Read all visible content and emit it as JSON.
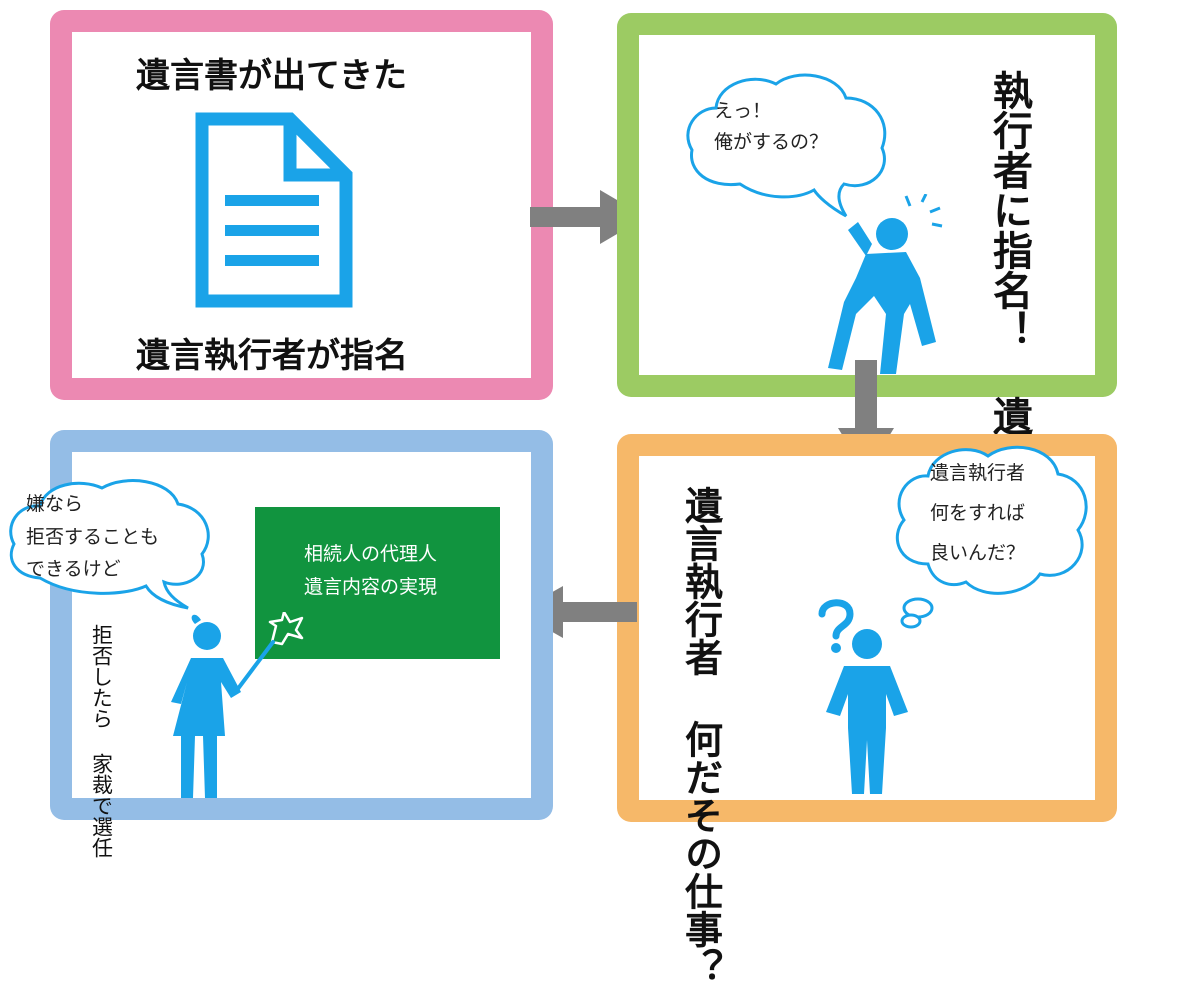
{
  "panel1": {
    "title": "遺言書が出てきた",
    "caption": "遺言執行者が指名"
  },
  "panel2": {
    "bubble_line1": "えっ！",
    "bubble_line2": "俺がするの？",
    "heading_col1": "遺言書で",
    "heading_col2": "執行者に指名！"
  },
  "panel3": {
    "heading_col1": "遺言執行者",
    "heading_col2": "何だその仕事？",
    "bubble_line1": "遺言執行者",
    "bubble_line2": "何をすれば",
    "bubble_line3": "良いんだ？"
  },
  "panel4": {
    "bubble_line1": "嫌なら",
    "bubble_line2": "拒否することも",
    "bubble_line3": "できるけど",
    "board_line1": "相続人の代理人",
    "board_line2": "遺言内容の実現",
    "note_col1": "拒否したら",
    "note_col2": "家裁で選任"
  },
  "colors": {
    "pink": "#ec89b2",
    "green": "#9ccb63",
    "blue": "#94bde6",
    "orange": "#f6b869",
    "figure": "#1aa3e8",
    "board": "#11943f",
    "arrow": "#808080"
  }
}
